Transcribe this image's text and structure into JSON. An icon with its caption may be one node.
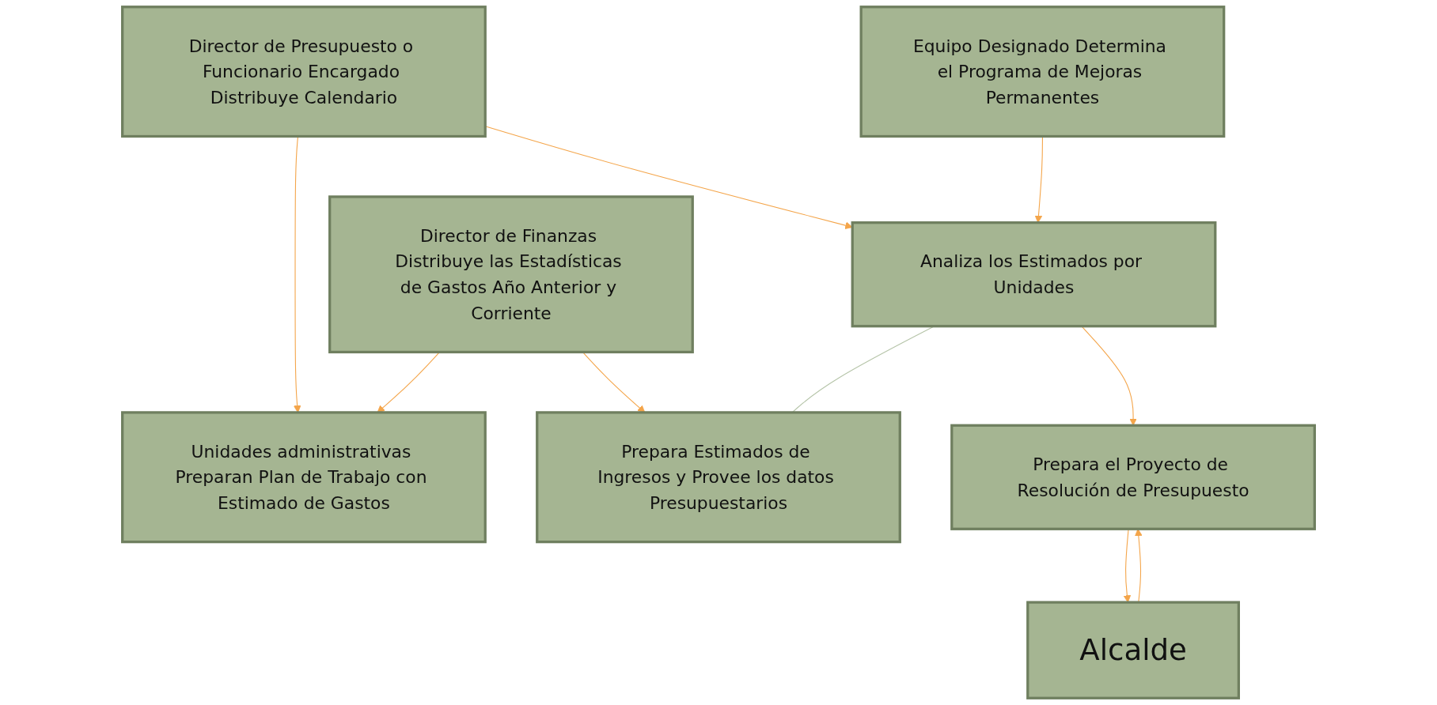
{
  "diagram": {
    "nodes": [
      {
        "text": [
          "Director de Presupuesto o Funcionario Encargado Distribuye Calendario"
        ]
      },
      {
        "text": [
          "Unidades administrativas Preparan Plan de Trabajo con Estimado de Gastos"
        ]
      },
      {
        "text": [
          "Director de Finanzas Distribuye las Estadísticas de Gastos Año Anterior y Corriente"
        ]
      },
      {
        "text": [
          "Analiza los Estimados por Unidades"
        ]
      },
      {
        "text": [
          "Equipo Designado Determina el Programa de Mejoras Permanentes"
        ]
      },
      {
        "text": [
          "Prepara Estimados de Ingresos y Provee los datos Presupuestarios"
        ]
      },
      {
        "text": [
          "Prepara el Proyecto de Resolución de Presupuesto"
        ]
      },
      {
        "text": [
          "Alcalde"
        ]
      }
    ],
    "edges": [
      {
        "from": 0,
        "to": 1,
        "arrow": "to"
      },
      {
        "from": 2,
        "to": 1,
        "arrow": "to"
      },
      {
        "from": 0,
        "to": 3,
        "arrow": "to"
      },
      {
        "from": 2,
        "to": 5,
        "arrow": "to"
      },
      {
        "from": 4,
        "to": 3,
        "arrow": "to"
      },
      {
        "from": 3,
        "to": 5,
        "arrow": "none",
        "color": "#b5c4a8"
      },
      {
        "from": 3,
        "to": 6,
        "arrow": "to"
      },
      {
        "from": 6,
        "to": 7,
        "arrow": "to"
      },
      {
        "from": 7,
        "to": 6,
        "arrow": "to"
      }
    ]
  }
}
